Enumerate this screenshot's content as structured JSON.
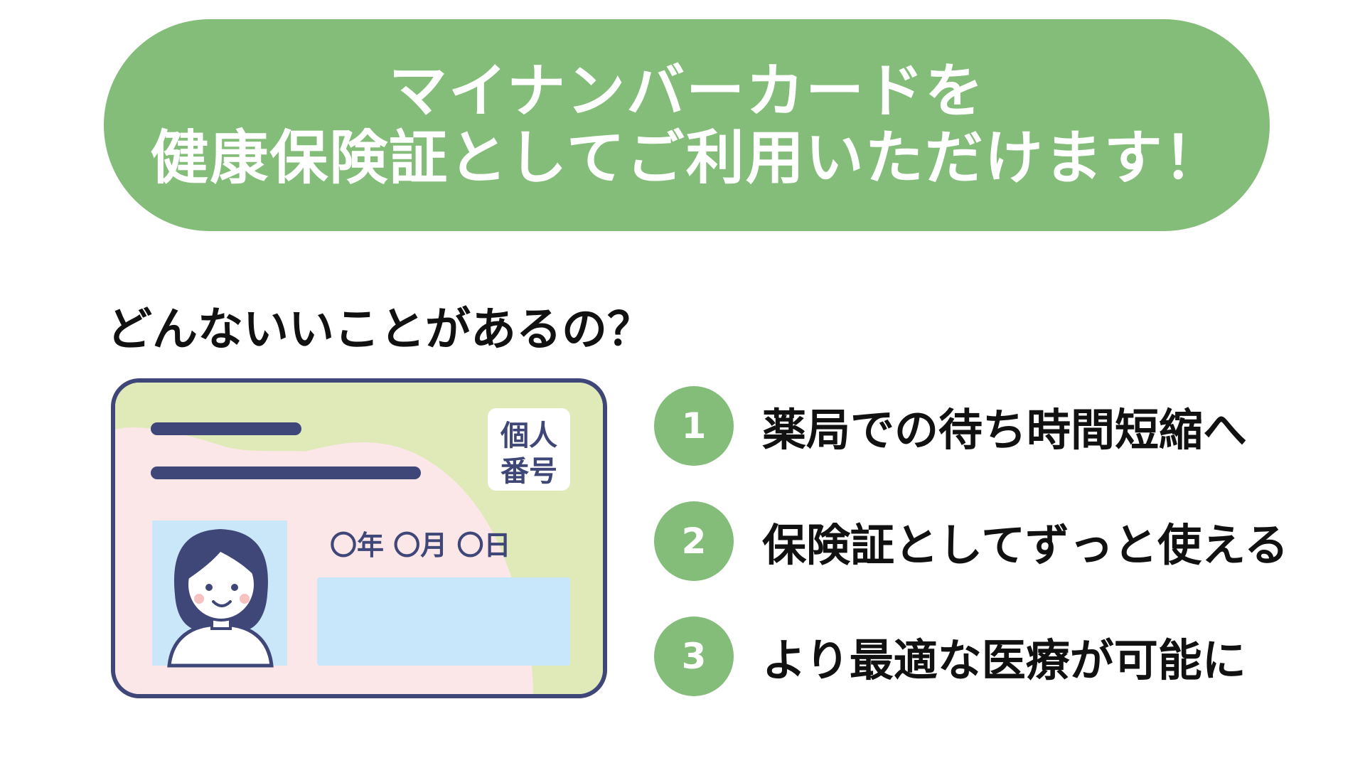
{
  "banner": {
    "line1": "マイナンバーカードを",
    "line2": "健康保険証としてご利用いただけます！"
  },
  "question": "どんないいことがあるの？",
  "card": {
    "label_top": "個人",
    "label_bottom": "番号",
    "date_text": "〇年 〇月 〇日",
    "colors": {
      "border": "#3f4678",
      "pink": "#fbe6e8",
      "green": "#dfeab8",
      "photo_bg": "#c9e7f8",
      "field_bg": "#c8e7fa"
    }
  },
  "benefits": [
    {
      "number": "1",
      "text": "薬局での待ち時間短縮へ"
    },
    {
      "number": "2",
      "text": "保険証としてずっと使える"
    },
    {
      "number": "3",
      "text": "より最適な医療が可能に"
    }
  ],
  "colors": {
    "accent": "#83bd79",
    "text": "#111111",
    "background": "#ffffff"
  }
}
